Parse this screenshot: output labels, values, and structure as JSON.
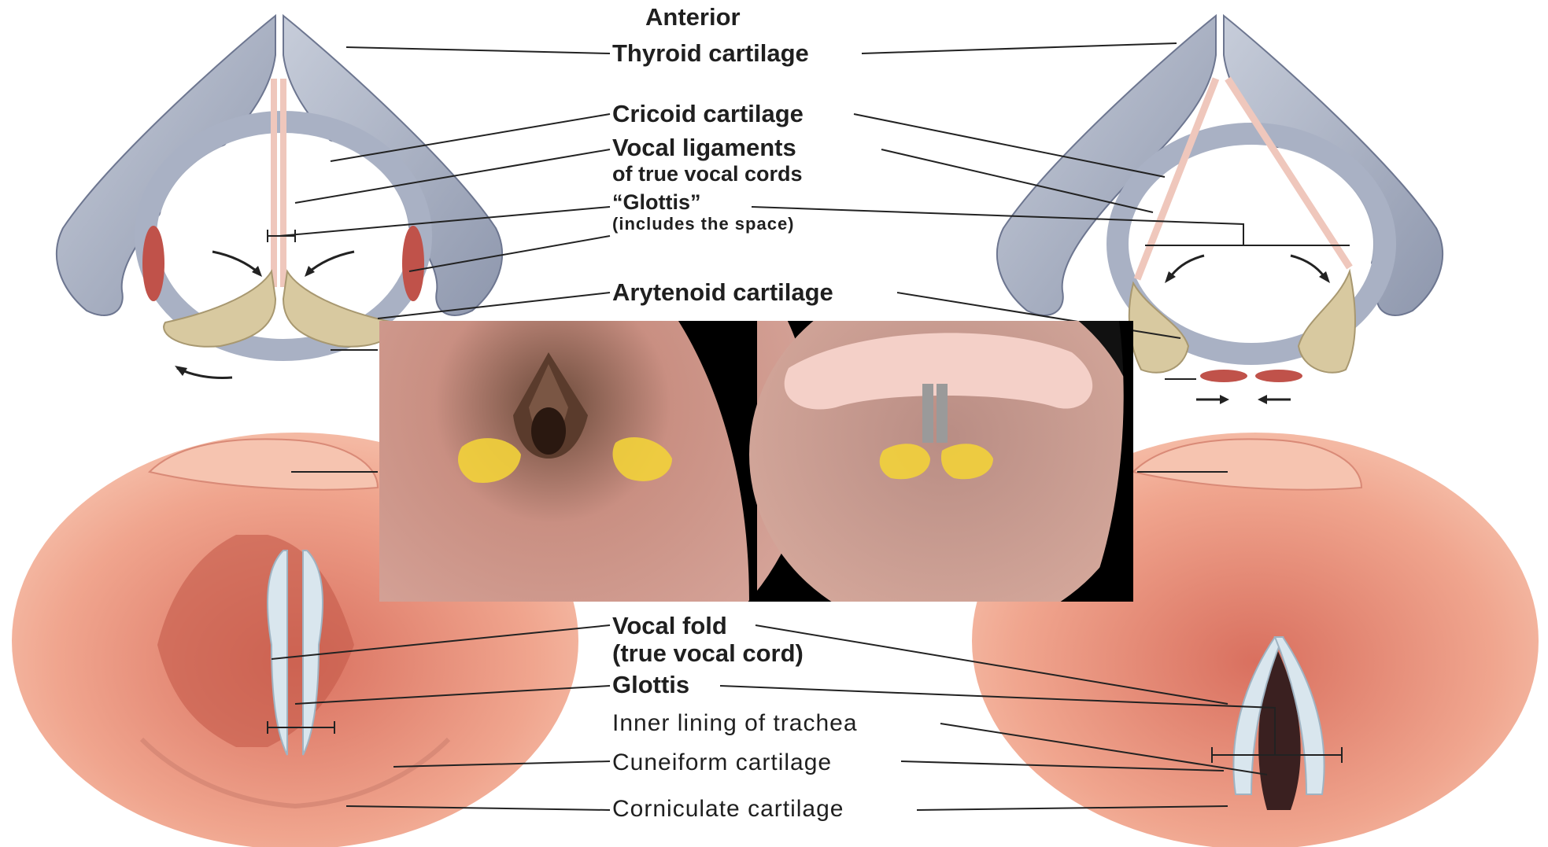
{
  "orientation_label": "Anterior",
  "labels": {
    "thyroid_cartilage": "Thyroid cartilage",
    "cricoid_cartilage": "Cricoid cartilage",
    "vocal_ligaments": "Vocal ligaments",
    "vocal_ligaments_sub": "of true vocal cords",
    "glottis_top": "“Glottis”",
    "glottis_top_sub": "(includes the space)",
    "arytenoid_cartilage": "Arytenoid cartilage",
    "vocal_fold": "Vocal fold",
    "vocal_fold_sub": "(true vocal cord)",
    "glottis_bottom": "Glottis",
    "inner_lining": "Inner lining of trachea",
    "cuneiform_cartilage": "Cuneiform cartilage",
    "corniculate_cartilage": "Corniculate cartilage"
  },
  "colors": {
    "cartilage_gray": "#a9b1c4",
    "arytenoid_tan": "#d8c9a0",
    "muscle_red": "#c0524a",
    "mucosa_pink": "#f0a58e",
    "photo_highlight_yellow": "#f2d23a",
    "leader_line": "#222222"
  }
}
